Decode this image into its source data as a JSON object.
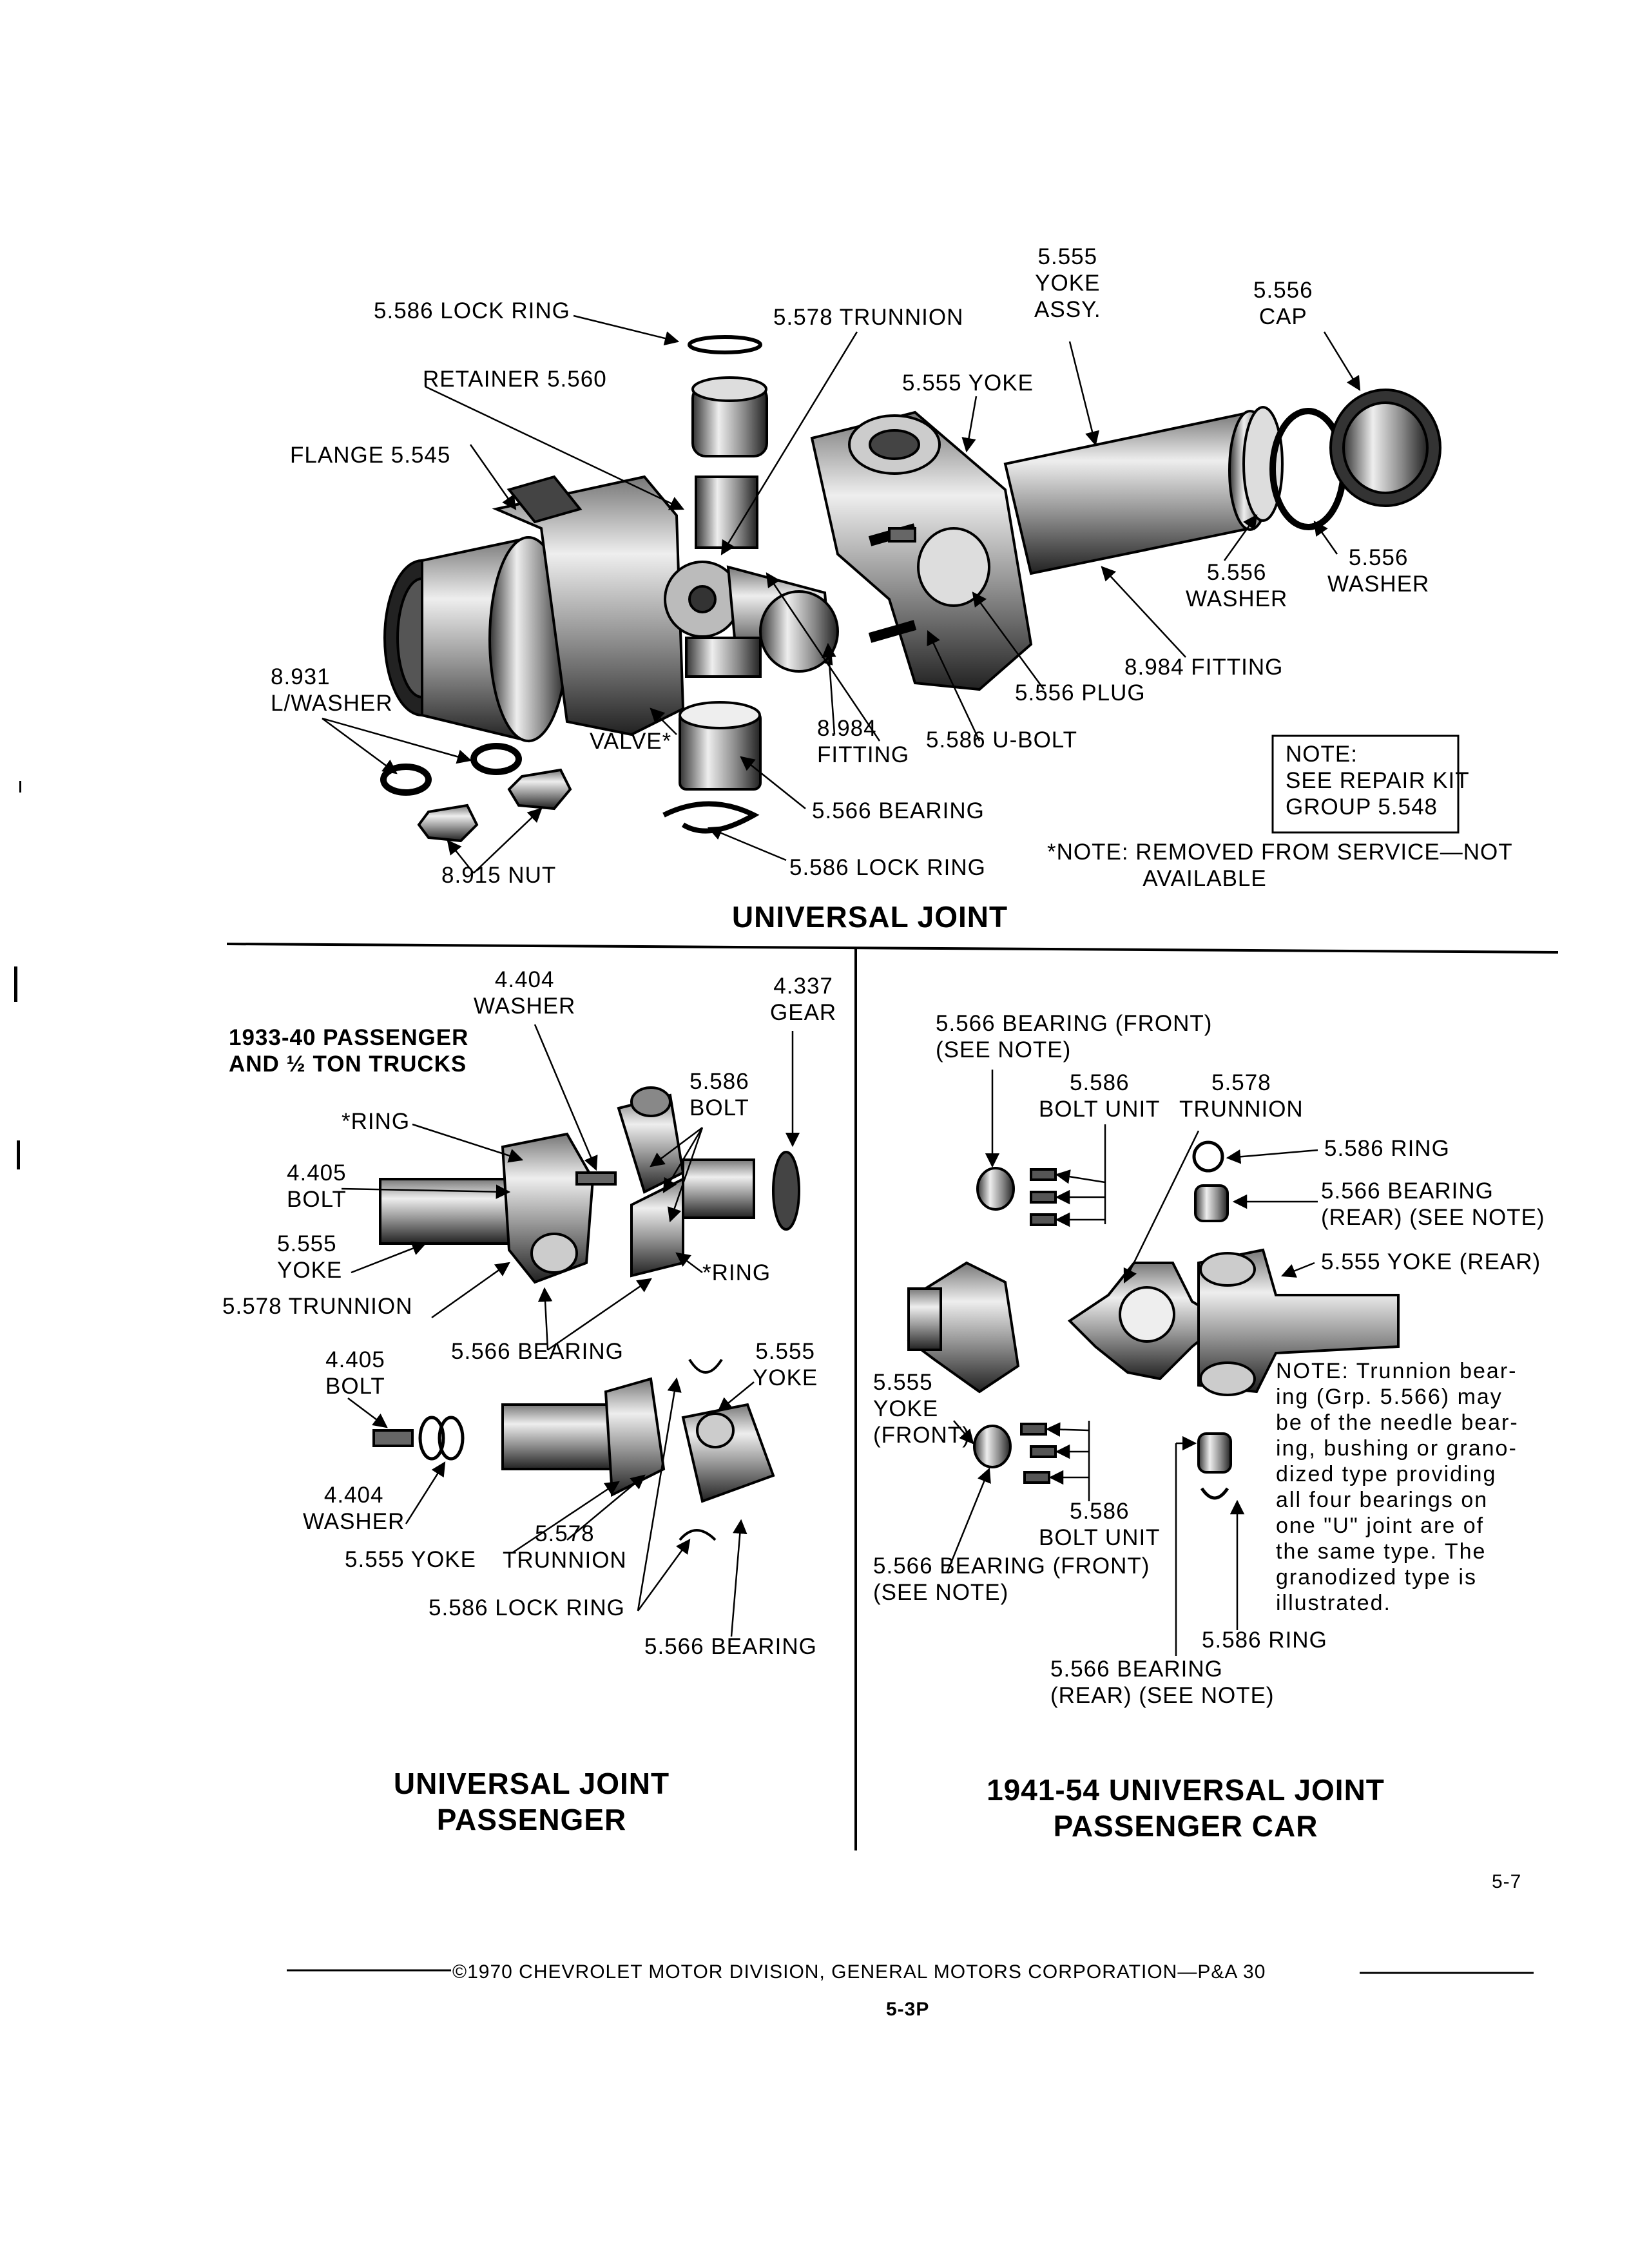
{
  "upper": {
    "title": "UNIVERSAL JOINT",
    "labels": {
      "yoke_assy": "5.555\nYOKE\nASSY.",
      "cap": "5.556\nCAP",
      "lock_ring_top": "5.586 LOCK RING",
      "trunnion": "5.578 TRUNNION",
      "retainer": "RETAINER 5.560",
      "yoke": "5.555 YOKE",
      "flange": "FLANGE 5.545",
      "washer_a": "5.556\nWASHER",
      "washer_b": "5.556\nWASHER",
      "fitting_right": "8.984 FITTING",
      "plug": "5.556 PLUG",
      "lwasher": "8.931\nL/WASHER",
      "valve": "VALVE*",
      "fitting_mid": "8.984\nFITTING",
      "ubolt": "5.586 U-BOLT",
      "bearing": "5.566 BEARING",
      "lock_ring_bottom": "5.586 LOCK RING",
      "nut": "8.915 NUT"
    },
    "note_box": "NOTE:\nSEE REPAIR KIT\nGROUP 5.548",
    "footnote": "*NOTE: REMOVED FROM SERVICE—NOT\n              AVAILABLE"
  },
  "left": {
    "heading": "1933-40 PASSENGER\nAND ½ TON TRUCKS",
    "title": "UNIVERSAL JOINT\nPASSENGER",
    "labels": {
      "washer_top": "4.404\nWASHER",
      "gear": "4.337\nGEAR",
      "bolt_top": "5.586\nBOLT",
      "ring_a": "*RING",
      "bolt_405_top": "4.405\nBOLT",
      "yoke_top": "5.555\nYOKE",
      "trunnion_top": "5.578 TRUNNION",
      "ring_b": "*RING",
      "bolt_405_bot": "4.405\nBOLT",
      "bearing_top": "5.566 BEARING",
      "yoke_right": "5.555\nYOKE",
      "washer_bot": "4.404\nWASHER",
      "trunnion_bot": "5.578\nTRUNNION",
      "yoke_bot": "5.555 YOKE",
      "lock_ring": "5.586 LOCK RING",
      "bearing_bot": "5.566 BEARING"
    }
  },
  "right": {
    "title": "1941-54 UNIVERSAL JOINT\nPASSENGER CAR",
    "labels": {
      "bearing_front_top": "5.566 BEARING (FRONT)\n(SEE NOTE)",
      "bolt_unit_top": "5.586\nBOLT UNIT",
      "trunnion": "5.578\nTRUNNION",
      "ring_top": "5.586 RING",
      "bearing_rear_top": "5.566 BEARING\n(REAR) (SEE NOTE)",
      "yoke_rear": "5.555 YOKE (REAR)",
      "yoke_front": "5.555\nYOKE\n(FRONT)",
      "bolt_unit_bot": "5.586\nBOLT UNIT",
      "bearing_front_bot": "5.566 BEARING (FRONT)\n(SEE NOTE)",
      "ring_bot": "5.586 RING",
      "bearing_rear_bot": "5.566 BEARING\n(REAR) (SEE NOTE)"
    },
    "note": "NOTE: Trunnion bear-\ning (Grp. 5.566) may\nbe of the needle bear-\ning, bushing or grano-\ndized type providing\nall four bearings on\none \"U\" joint are of\nthe same type. The\ngranodized type is\nillustrated."
  },
  "footer": {
    "page_ref": "5-7",
    "copyright": "©1970 CHEVROLET MOTOR DIVISION, GENERAL MOTORS CORPORATION—P&A 30",
    "page_number": "5-3P"
  }
}
